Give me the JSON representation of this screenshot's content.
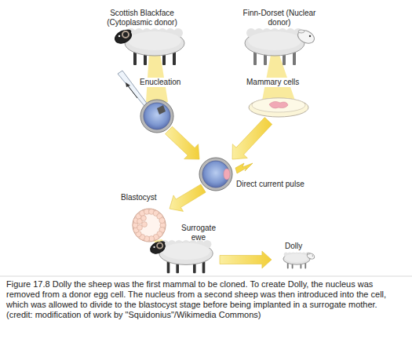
{
  "diagram": {
    "caption": "Figure 17.8 Dolly the sheep was the first mammal to be cloned. To create Dolly, the nucleus was removed from a donor egg cell. The nucleus from a second sheep was then introduced into the cell, which was allowed to divide to the blastocyst stage before being implanted in a surrogate mother. (credit: modification of work by \"Squidonius\"/Wikimedia Commons)",
    "labels": [
      "Scottish Blackface (Cytoplasmic donor)",
      "Finn-Dorset (Nuclear donor)",
      "Enucleation",
      "Mammary cells",
      "Direct current pulse",
      "Blastocyst",
      "Surrogate ewe",
      "Dolly"
    ]
  }
}
